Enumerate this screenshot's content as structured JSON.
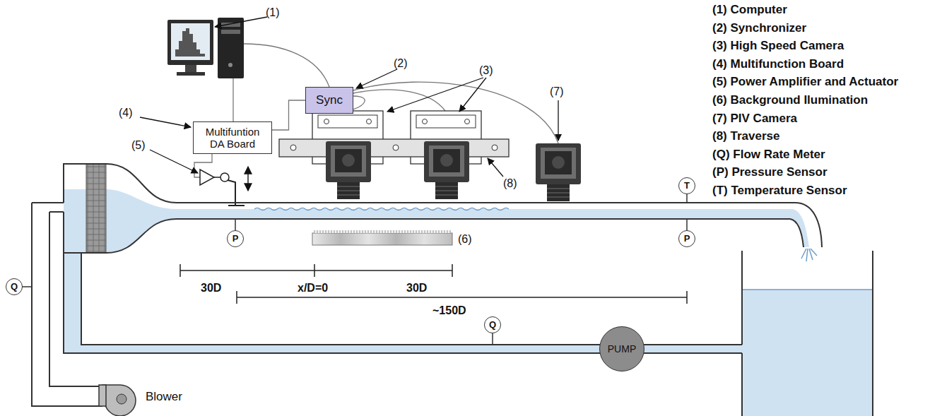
{
  "diagram": {
    "nodes": [
      {
        "text": [
          "Sync"
        ]
      },
      {
        "text": [
          "Multifuntion DA Board"
        ]
      },
      {
        "text": [
          "T"
        ]
      },
      {
        "text": [
          "P"
        ]
      },
      {
        "text": [
          "P"
        ]
      },
      {
        "text": [
          "Q"
        ]
      },
      {
        "text": [
          "Q"
        ]
      },
      {
        "text": [
          "PUMP"
        ]
      }
    ],
    "edges": [
      {
        "from": 0,
        "to": 1,
        "arrow": "none"
      }
    ],
    "labels": [
      "(1)",
      "(2)",
      "(3)",
      "(4)",
      "(5)",
      "(6)",
      "(7)",
      "(8)",
      "(1) Computer",
      "(2) Synchronizer",
      "(3) High Speed Camera",
      "(4) Multifunction Board",
      "(5) Power Amplifier and Actuator",
      "(6) Background Ilumination",
      "(7) PIV Camera",
      "(8) Traverse",
      "(Q) Flow Rate Meter",
      "(P) Pressure Sensor",
      "(T) Temperature Sensor",
      "30D",
      "x/D=0",
      "30D",
      "~150D",
      "Blower"
    ]
  }
}
